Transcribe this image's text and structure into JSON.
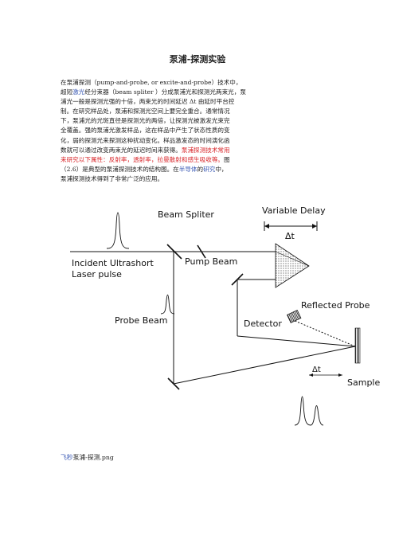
{
  "title": "泵浦-探测实验",
  "paragraph": {
    "l1": "在泵浦探测（pump-and-probe, or excite-and-probe）技术中，",
    "l2a": "超短",
    "l2b": "激光",
    "l2c": "经分束器（beam spliter ）分成泵浦光和探测光两束光，泵",
    "l3": "浦光一般是探测光强的十倍，两束光的时间延迟 Δt 由延时平台控",
    "l4": "制。在研究样品处，泵浦和探测光空间上要完全重合。通常情况",
    "l5": "下，泵浦光的光斑直径是探测光的两倍，让探测光被激发光束完",
    "l6": "全覆盖。强的泵浦光激发样品，这在样品中产生了状态性质的变",
    "l7": "化，弱的探测光来探测这种扰动变化。样品激发态的时间演化函",
    "l8a": "数就可以通过改变两束光的延迟时间来获得。",
    "l8b": "泵浦探测技术常用",
    "l9": "来研究以下属性：反射率，透射率，拉曼散射和感生吸收等。",
    "l9b": "图",
    "l10a": "（2.6）是典型的泵浦探测技术的结构图。在",
    "l10b": "半导体",
    "l10c": "的",
    "l10d": "研究",
    "l10e": "中，",
    "l11": "泵浦探测技术得到了非常广泛的应用。"
  },
  "diagram": {
    "beam_splitter": "Beam Spliter",
    "variable_delay": "Variable Delay",
    "delta_t": "Δt",
    "incident_1": "Incident Ultrashort",
    "incident_2": "Laser pulse",
    "pump_beam": "Pump Beam",
    "reflected_probe": "Reflected Probe",
    "probe_beam": "Probe Beam",
    "detector": "Detector",
    "sample": "Sample"
  },
  "caption": {
    "prefix": "飞秒",
    "rest": "泵浦-探测.png"
  },
  "colors": {
    "link_red": "#d8262a",
    "link_blue": "#3c5bb5"
  }
}
